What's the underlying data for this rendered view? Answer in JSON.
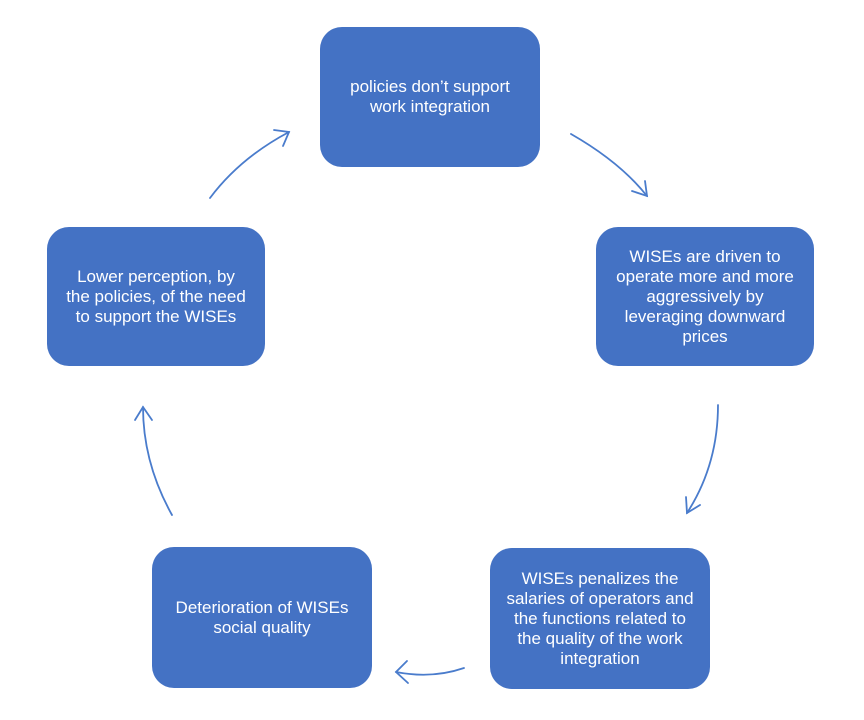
{
  "diagram": {
    "type": "cycle",
    "colors": {
      "node_fill": "#4472c4",
      "node_text": "#ffffff",
      "arrow": "#4a7ccc"
    },
    "nodes": [
      {
        "id": "policies",
        "label": "policies don’t support work integration"
      },
      {
        "id": "aggressive",
        "label": "WISEs are driven to operate more and more aggressively by leveraging downward prices"
      },
      {
        "id": "penalize",
        "label": "WISEs penalizes the salaries of operators and the functions related to the quality of the work integration"
      },
      {
        "id": "deterioration",
        "label": "Deterioration of WISEs social quality"
      },
      {
        "id": "perception",
        "label": "Lower perception, by the policies, of the need to support the WISEs"
      }
    ],
    "edges": [
      {
        "from": "policies",
        "to": "aggressive"
      },
      {
        "from": "aggressive",
        "to": "penalize"
      },
      {
        "from": "penalize",
        "to": "deterioration"
      },
      {
        "from": "deterioration",
        "to": "perception"
      },
      {
        "from": "perception",
        "to": "policies"
      }
    ]
  }
}
